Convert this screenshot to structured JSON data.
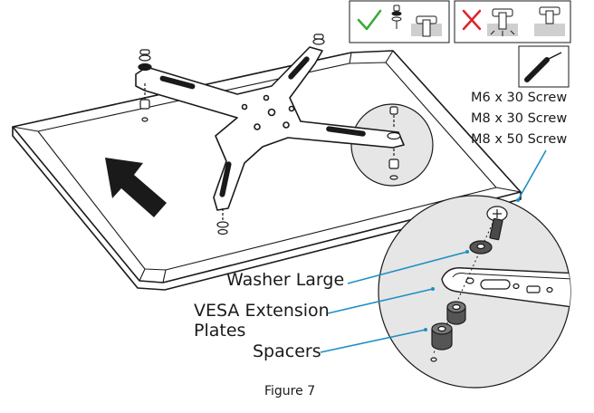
{
  "labels": {
    "washer": "Washer Large",
    "vesa_line1": "VESA Extension",
    "vesa_line2": "Plates",
    "spacers": "Spacers"
  },
  "screws": [
    "M6 x 30 Screw",
    "M8 x 30 Screw",
    "M8 x 50 Screw"
  ],
  "caption": "Figure 7",
  "icons": {
    "correct": "check-mark-icon",
    "incorrect": "cross-mark-icon",
    "tool": "screwdriver-icon",
    "direction": "arrow-icon"
  },
  "colors": {
    "line": "#1a1a1a",
    "callout": "#1e8fc4",
    "check": "#3aa935",
    "cross": "#d9262c",
    "circle_fill": "#e6e6e6"
  }
}
